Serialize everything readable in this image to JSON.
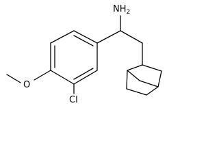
{
  "molecule": {
    "labels": {
      "amine_n": "NH",
      "amine_sub": "2",
      "chloro": "Cl",
      "methoxy_o": "O"
    },
    "colors": {
      "bond": "#000000",
      "text": "#000000",
      "background": "#ffffff"
    }
  }
}
